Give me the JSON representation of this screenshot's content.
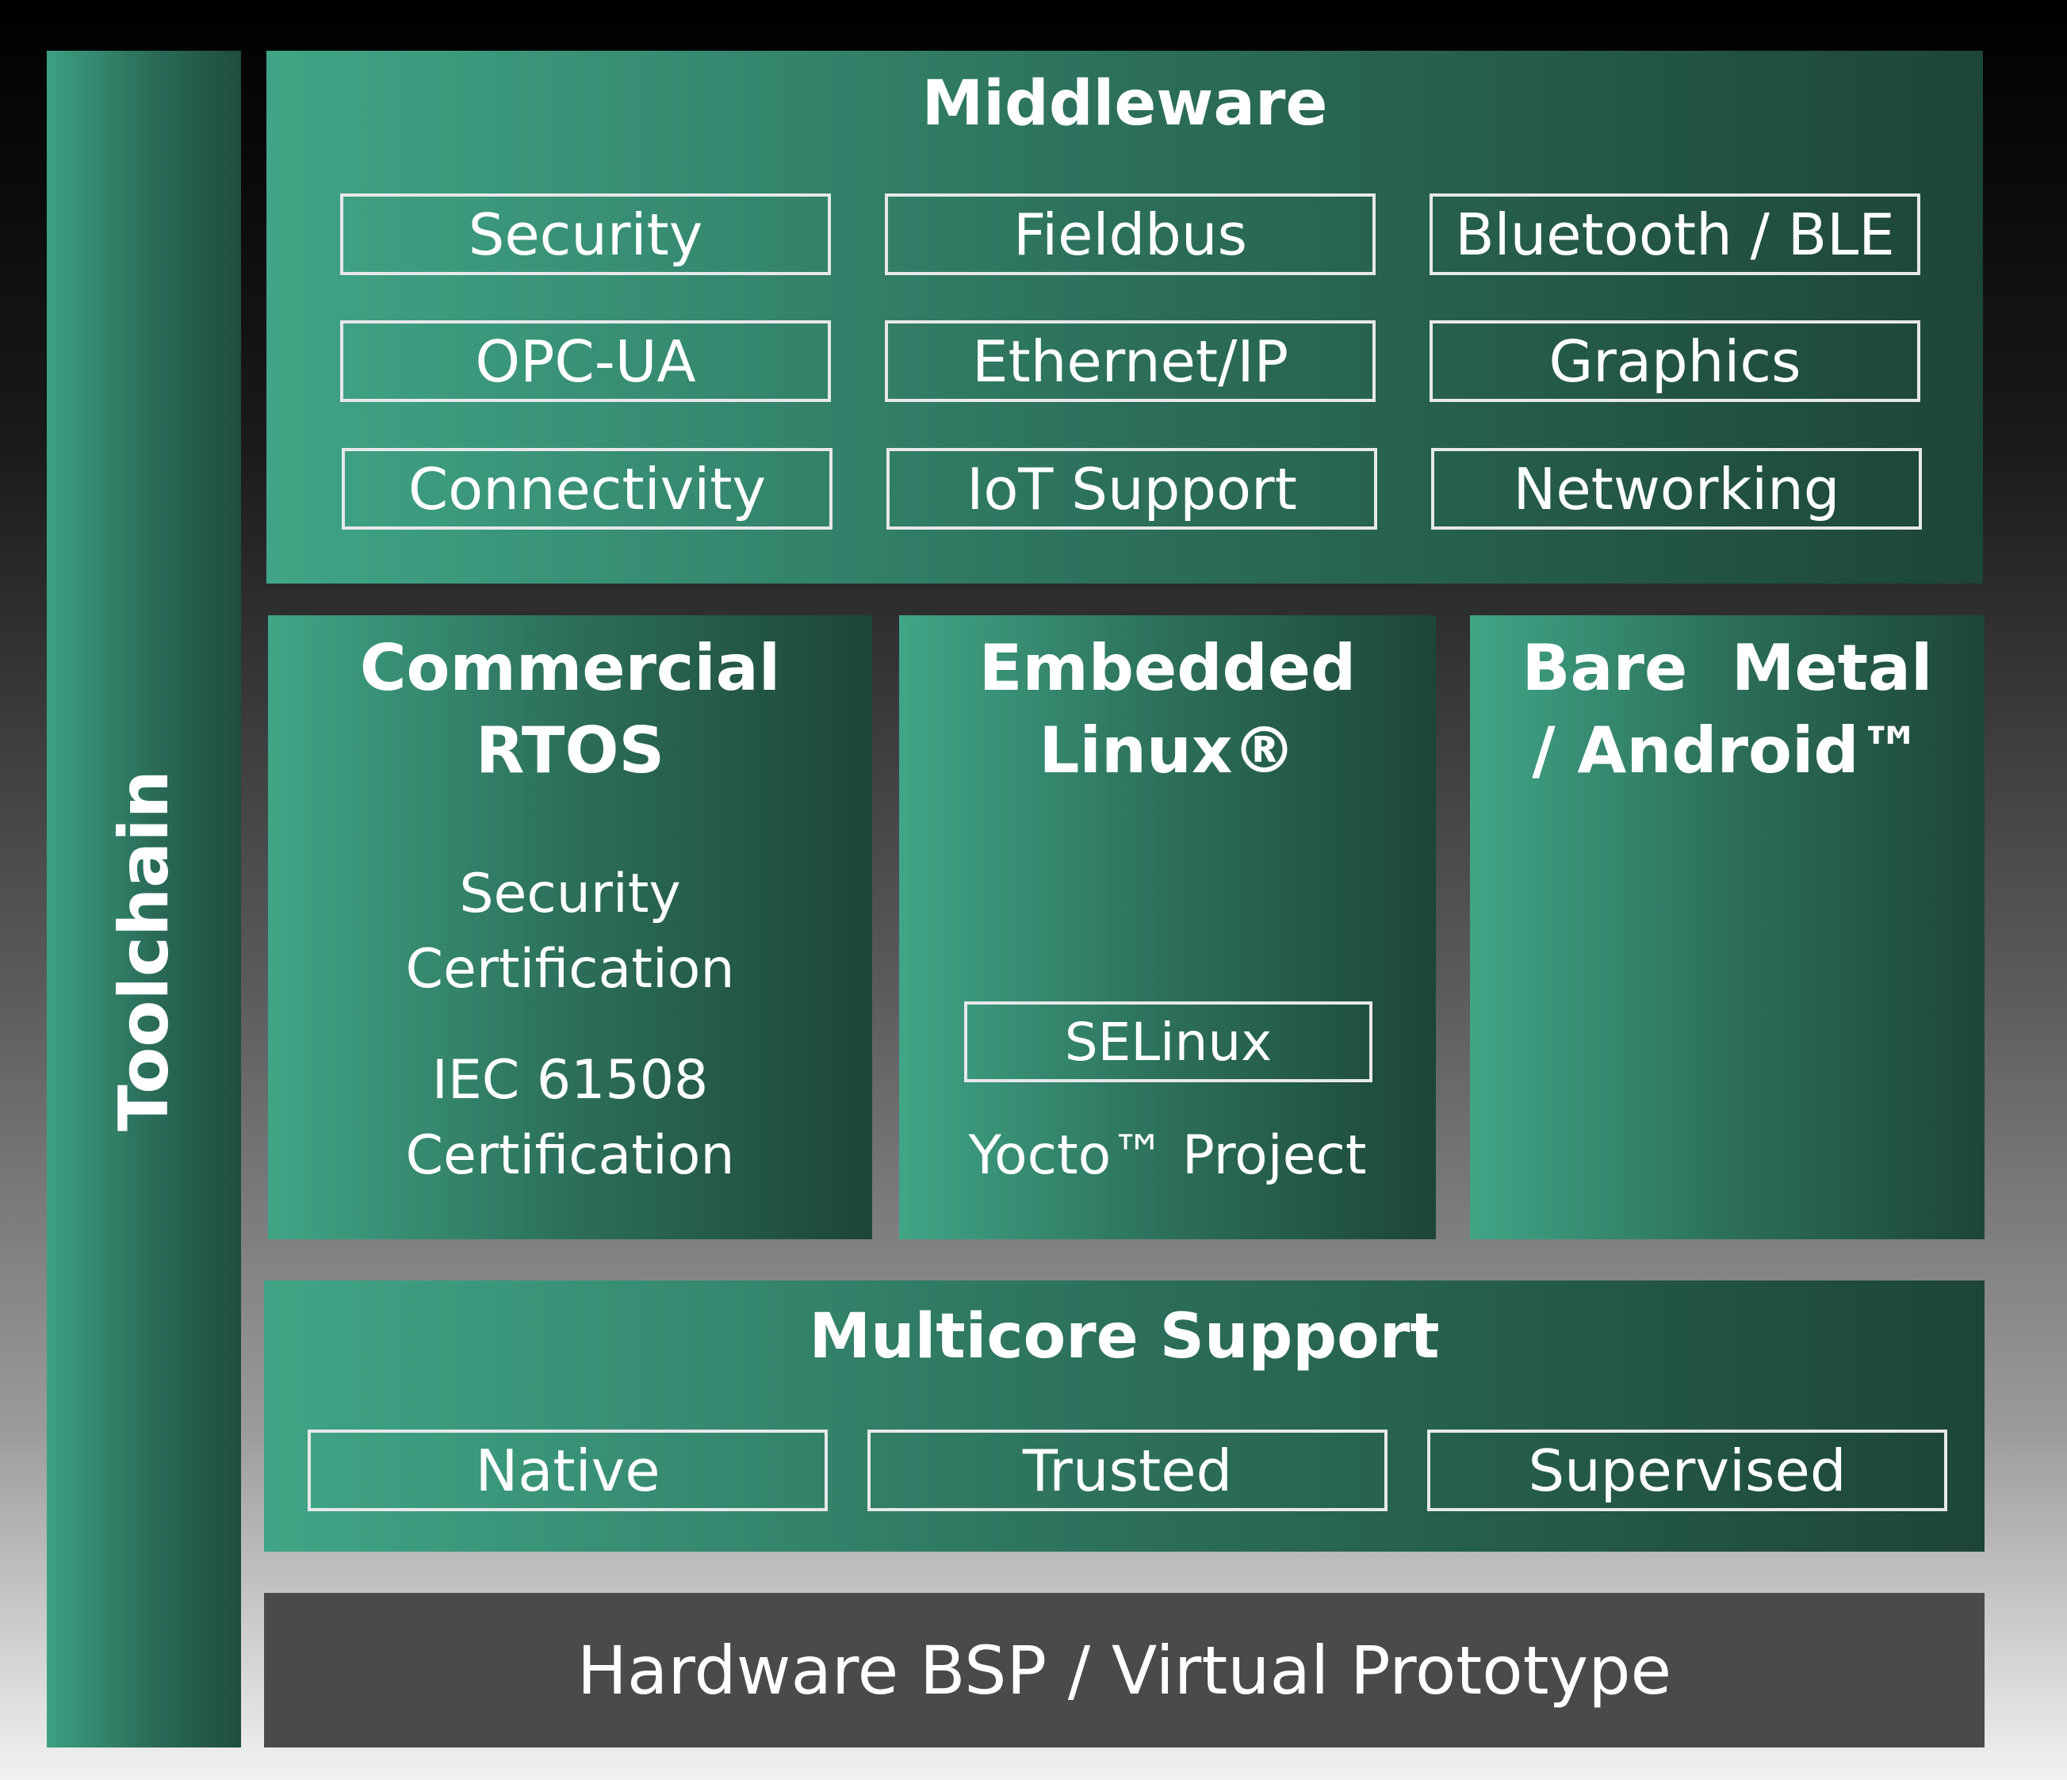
{
  "toolchain": {
    "label": "Toolchain"
  },
  "middleware": {
    "title": "Middleware",
    "items": [
      "Security",
      "Fieldbus",
      "Bluetooth / BLE",
      "OPC-UA",
      "Ethernet/IP",
      "Graphics",
      "Connectivity",
      "IoT Support",
      "Networking"
    ]
  },
  "rtos": {
    "title_line1": "Commercial",
    "title_line2": "RTOS",
    "lines": [
      "Security",
      "Certification",
      "IEC 61508",
      "Certification"
    ]
  },
  "linux": {
    "title_line1": "Embedded",
    "title_line2": "Linux®",
    "selinux": "SELinux",
    "yocto": "Yocto™ Project"
  },
  "baremetal": {
    "title_line1": "Bare  Metal",
    "title_line2": "/ Android™"
  },
  "multicore": {
    "title": "Multicore Support",
    "items": [
      "Native",
      "Trusted",
      "Supervised"
    ]
  },
  "hardware": {
    "label": "Hardware BSP / Virtual Prototype"
  },
  "colors": {
    "panel_light": "#40a586",
    "panel_dark": "#1d4538",
    "hardware": "#4a4a4a",
    "text": "#ffffff"
  }
}
